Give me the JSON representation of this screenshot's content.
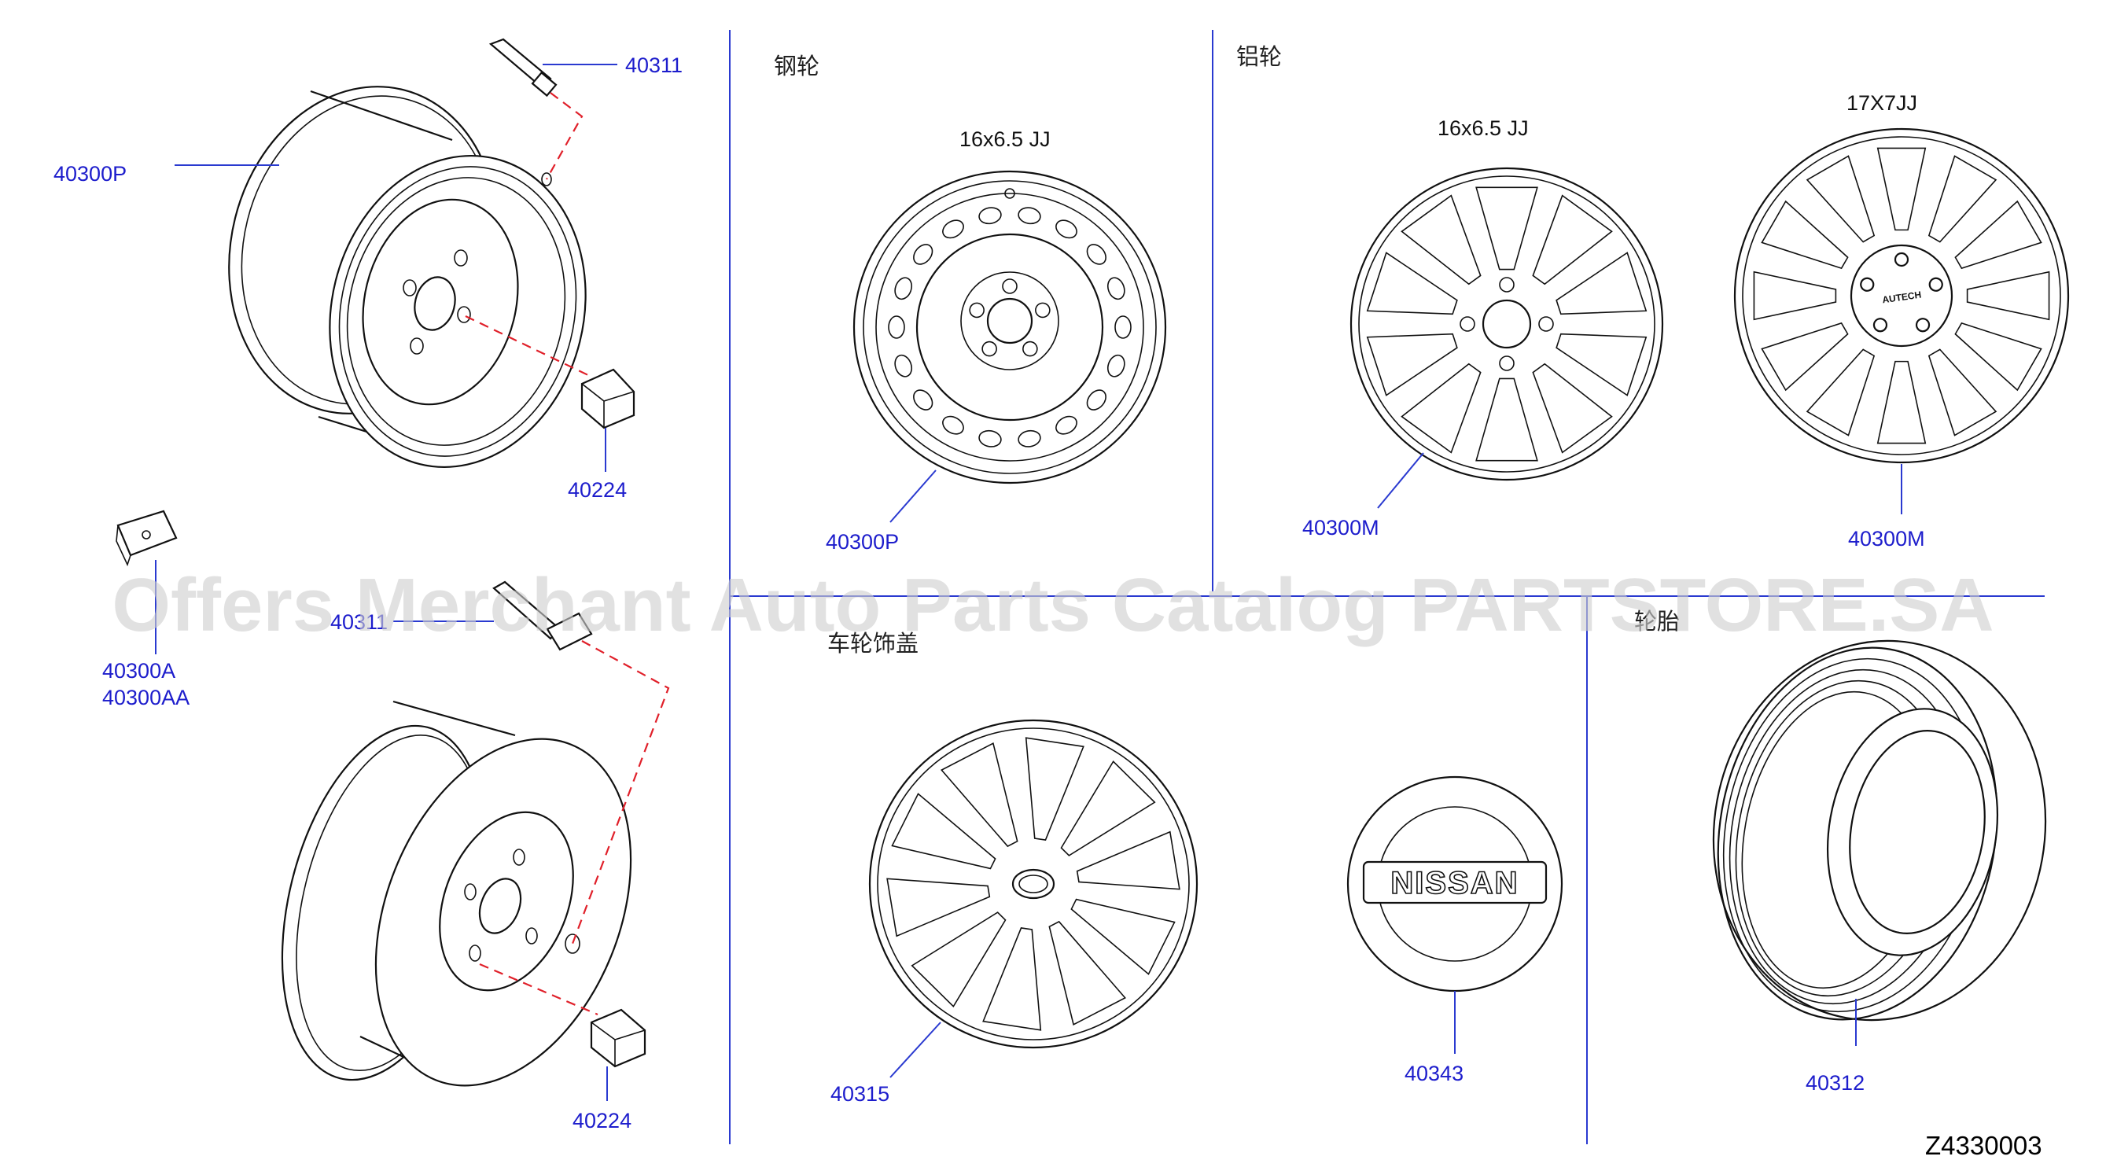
{
  "sections": {
    "steel_wheel": "钢轮",
    "aluminum_wheel": "铝轮",
    "wheel_cover": "车轮饰盖",
    "tire": "轮胎"
  },
  "specs": {
    "steel": "16x6.5   JJ",
    "alloy_16": "16x6.5   JJ",
    "alloy_17": "17X7JJ"
  },
  "parts": {
    "spare_top_valve": "40311",
    "spare_top_wheel": "40300P",
    "spare_top_nut": "40224",
    "balance_weight_a": "40300A",
    "balance_weight_aa": "40300AA",
    "spare_bottom_valve": "40311",
    "spare_bottom_nut": "40224",
    "steel_wheel": "40300P",
    "alloy_16_wheel": "40300M",
    "alloy_17_wheel": "40300M",
    "wheel_cover": "40315",
    "center_cap": "40343",
    "tire": "40312"
  },
  "emblem_text": "NISSAN",
  "center_badge_text": "AUTECH",
  "diagram_code": "Z4330003",
  "watermark": "Offers Merchant Auto Parts Catalog PARTSTORE.SA",
  "colors": {
    "label": "#1d1dcc",
    "leader": "#2a3ad0",
    "assembly_dash": "#e0202a",
    "divider": "#2a3ad0"
  }
}
